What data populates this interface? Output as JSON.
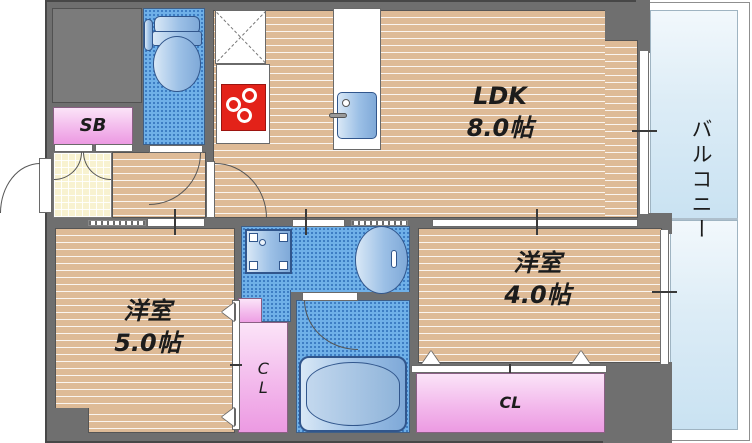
{
  "plan_type": "apartment-floor-plan",
  "rooms": {
    "ldk": {
      "name": "LDK",
      "area": "8.0帖"
    },
    "bedroom_5": {
      "name": "洋室",
      "area": "5.0帖"
    },
    "bedroom_4": {
      "name": "洋室",
      "area": "4.0帖"
    },
    "balcony": {
      "name": "バルコニー"
    }
  },
  "storage": {
    "shoe_box": "SB",
    "closet_left": "CL",
    "closet_right": "CL"
  },
  "fixtures": {
    "toilet": "toilet",
    "refrigerator_space": "refrigerator-space",
    "stove": "gas-stove-3-burners",
    "kitchen_sink": "kitchen-sink-counter",
    "washing_machine_pan": "washing-machine-pan",
    "washbasin": "oval-washbasin",
    "bathtub": "bathtub",
    "entrance_door": "entrance-door"
  },
  "colors": {
    "wall": "#6f6f6f",
    "wood_floor": "#debb97",
    "wet_area": "#6fb0e8",
    "closet_pink": "#f3b9ec",
    "balcony_blue": "#dcecf6",
    "stove_red": "#e32219",
    "tile": "#f8f2d0"
  }
}
